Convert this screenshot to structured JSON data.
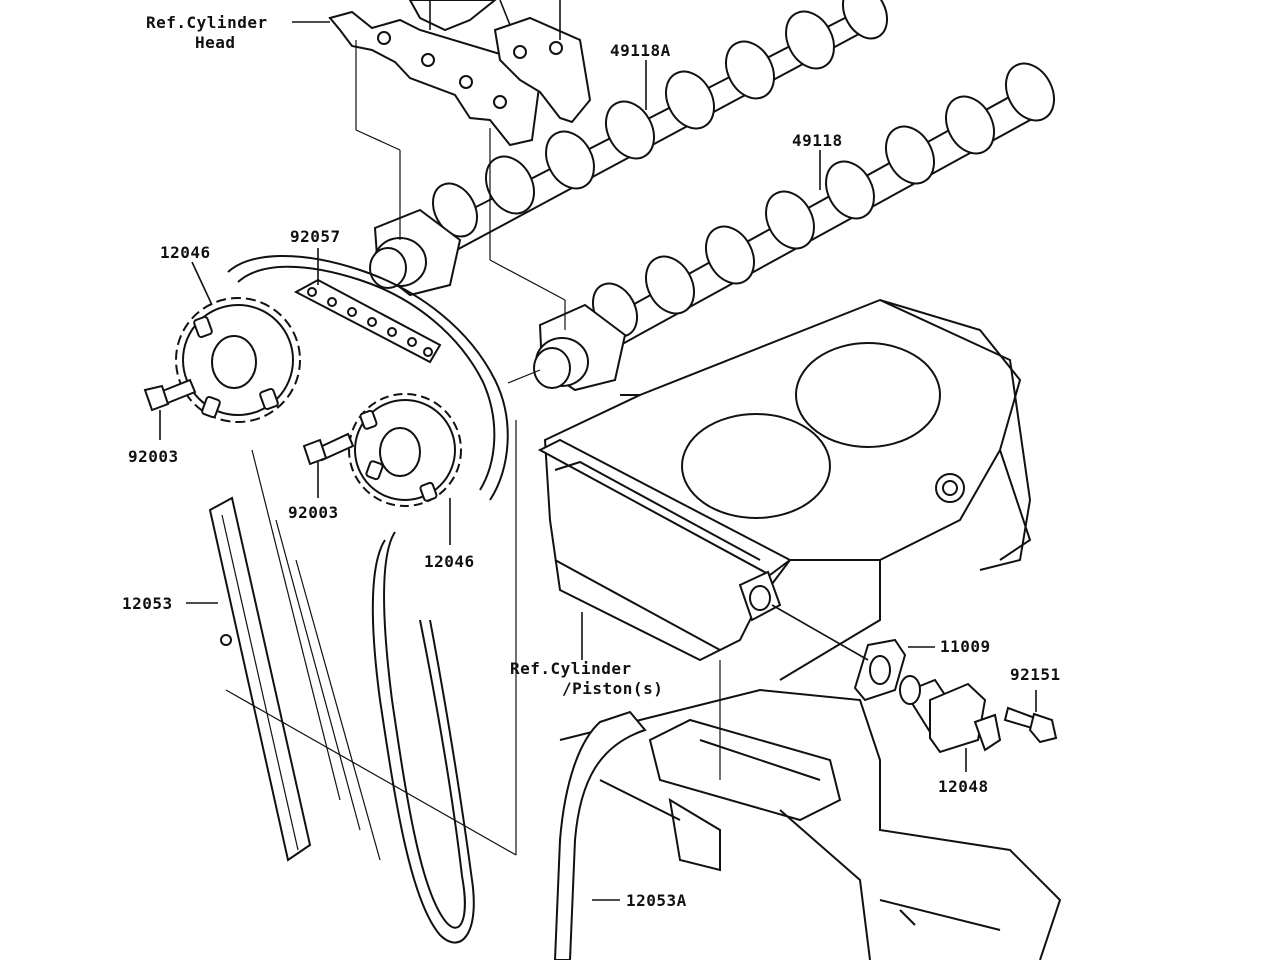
{
  "diagram": {
    "labels": {
      "ref_cylinder_head_1": "Ref.Cylinder",
      "ref_cylinder_head_2": "Head",
      "p49118A": "49118A",
      "p49118": "49118",
      "p92057": "92057",
      "p12046_upper": "12046",
      "p92003_left": "92003",
      "p92003_mid": "92003",
      "p12046_lower": "12046",
      "p12053": "12053",
      "ref_cylinder_piston_1": "Ref.Cylinder",
      "ref_cylinder_piston_2": "/Piston(s)",
      "p11009": "11009",
      "p92151": "92151",
      "p12048": "12048",
      "p12053A": "12053A"
    }
  }
}
